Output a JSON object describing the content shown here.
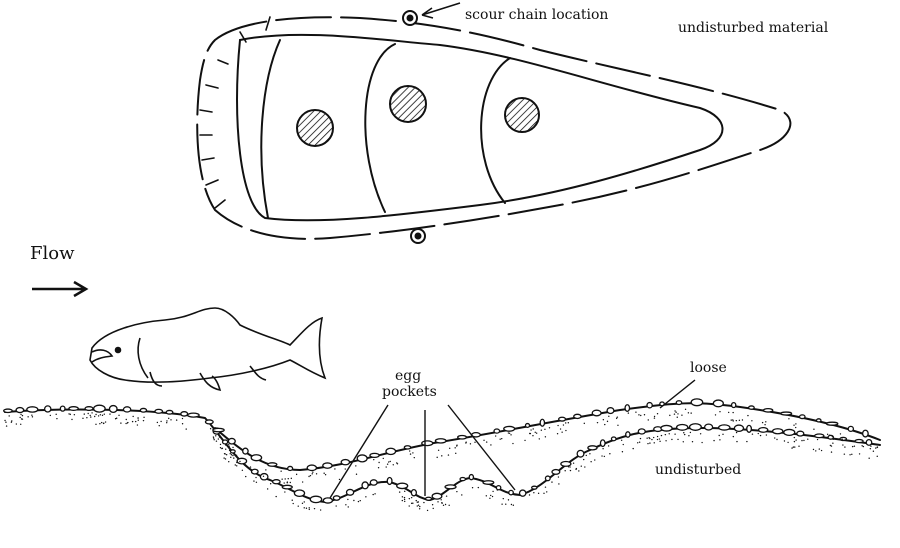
{
  "labels": {
    "scour_chain": "scour chain location",
    "undisturbed_material": "undisturbed material",
    "flow": "Flow",
    "egg_pockets_line1": "egg",
    "egg_pockets_line2": "pockets",
    "loose": "loose",
    "undisturbed": "undisturbed"
  },
  "colors": {
    "ink": "#111111",
    "background": "#ffffff"
  }
}
